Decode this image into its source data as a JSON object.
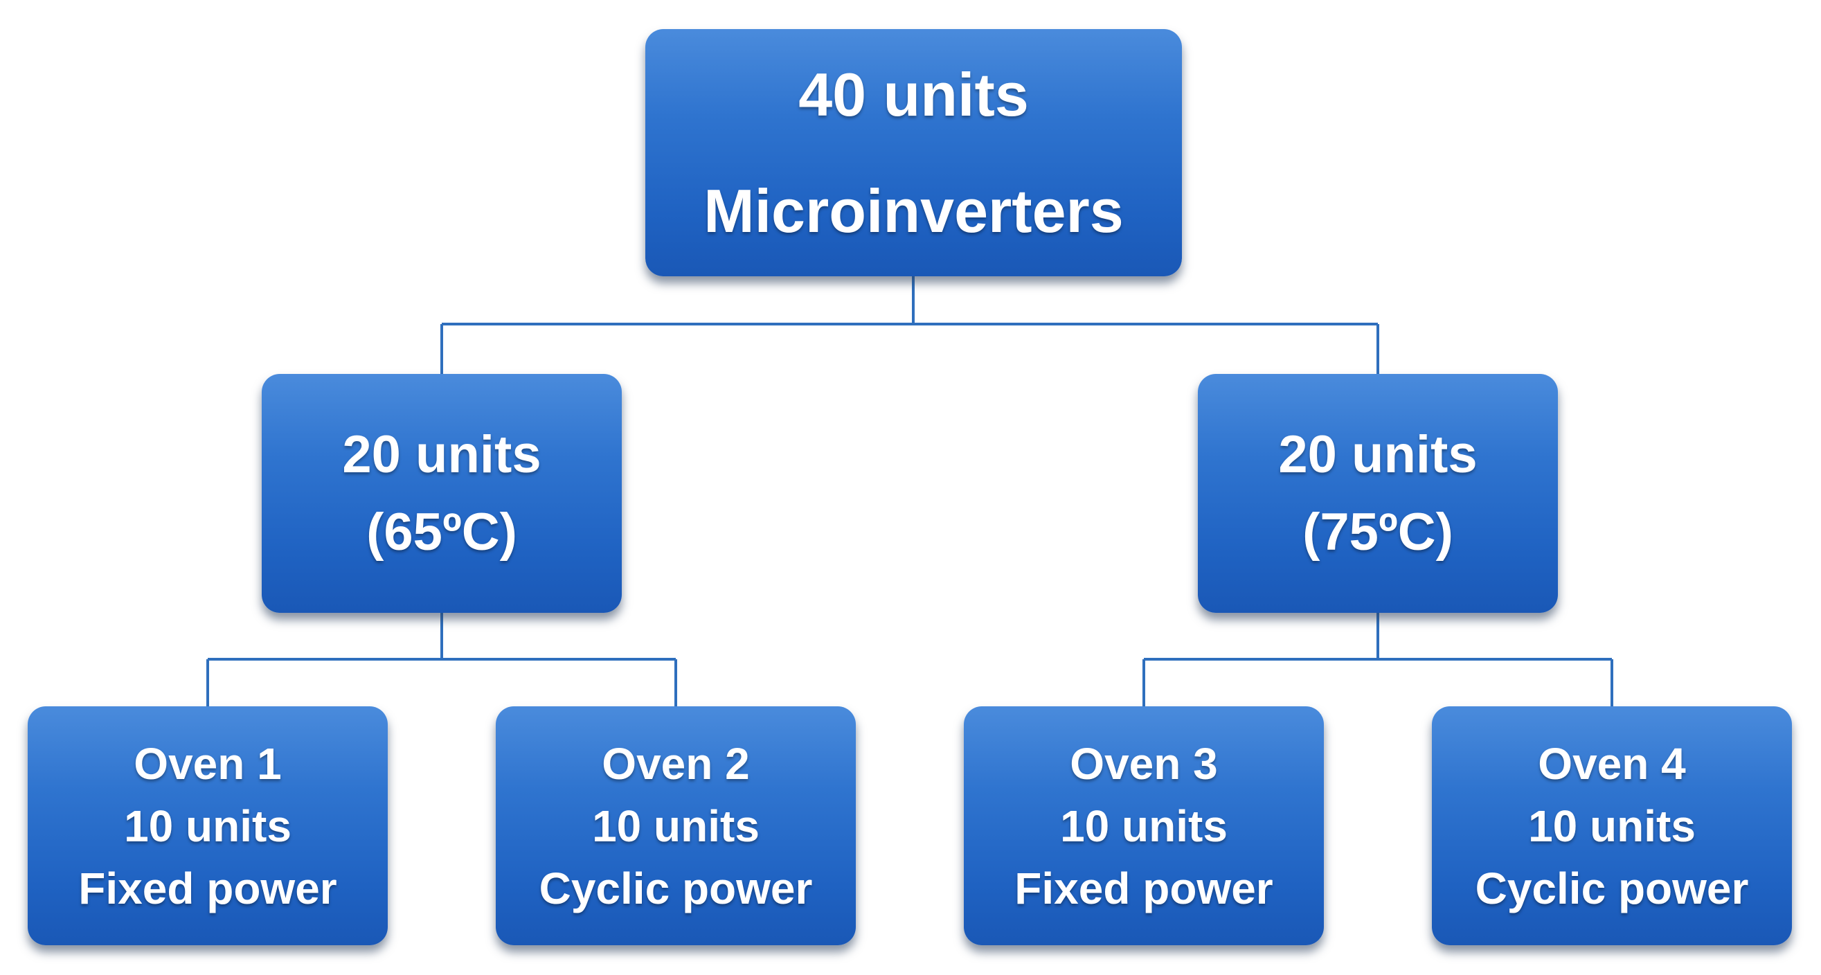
{
  "root": {
    "line1": "40 units",
    "line2": "Microinverters"
  },
  "groups": [
    {
      "line1": "20 units",
      "line2": "(65ºC)",
      "ovens": [
        {
          "name": "Oven 1",
          "units": "10 units",
          "power": "Fixed power"
        },
        {
          "name": "Oven 2",
          "units": "10 units",
          "power": "Cyclic power"
        }
      ]
    },
    {
      "line1": "20 units",
      "line2": "(75ºC)",
      "ovens": [
        {
          "name": "Oven 3",
          "units": "10 units",
          "power": "Fixed power"
        },
        {
          "name": "Oven 4",
          "units": "10 units",
          "power": "Cyclic power"
        }
      ]
    }
  ],
  "colors": {
    "box": "#2468c6",
    "box_light": "#4a8bdc",
    "connector": "#2f6fbd",
    "text": "#ffffff"
  }
}
